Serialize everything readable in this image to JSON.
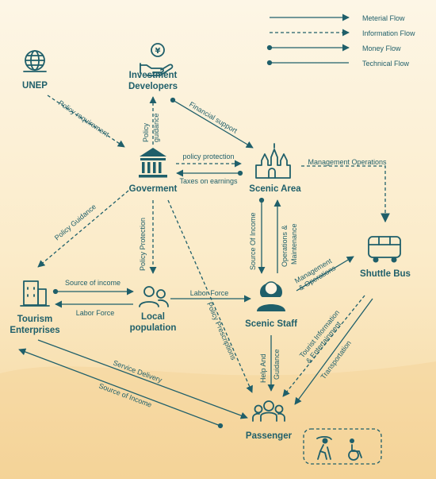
{
  "legend": {
    "material": "Meterial Flow",
    "information": "Information Flow",
    "money": "Money Flow",
    "technical": "Technical Flow"
  },
  "nodes": {
    "unep": "UNEP",
    "investment_line1": "Investment",
    "investment_line2": "Developers",
    "government": "Goverment",
    "scenic_area": "Scenic Area",
    "shuttle_bus": "Shuttle Bus",
    "tourism_line1": "Tourism",
    "tourism_line2": "Enterprises",
    "local_line1": "Local",
    "local_line2": "population",
    "scenic_staff": "Scenic Staff",
    "passenger": "Passenger"
  },
  "edges": {
    "policy_requirement": "Policy requirement",
    "policy_guidance_top_1": "Policy",
    "policy_guidance_top_2": "guidance",
    "financial_support": "Financial support",
    "policy_protection_right": "policy protection",
    "taxes_on_earnings": "Taxes on earnings",
    "management_operations": "Management Operations",
    "policy_guidance_left": "Policy Guidance",
    "policy_protection_down": "Policy Protection",
    "policy_prescriptions": "Policy Prescriptions",
    "source_of_income_staff": "Source Of Income",
    "operations_maintenance_1": "Operations &",
    "operations_maintenance_2": "Maintenance",
    "management_operations_bus_1": "Management",
    "management_operations_bus_2": "& Operations",
    "source_of_income_local": "Source of income",
    "labor_force_left": "Labor Force",
    "labor_force_right": "Labor Force",
    "tourist_info_1": "Tourist Information",
    "tourist_info_2": "& Entertainment",
    "help_guidance_1": "Help And",
    "help_guidance_2": "Guidance",
    "transportation": "Transportation",
    "service_delivery": "Service Delivery",
    "source_of_income_passenger": "Source of Income"
  },
  "colors": {
    "primary": "#1f5f6a",
    "background_top": "#fdf5e4",
    "background_bottom": "#f6d9a2"
  }
}
